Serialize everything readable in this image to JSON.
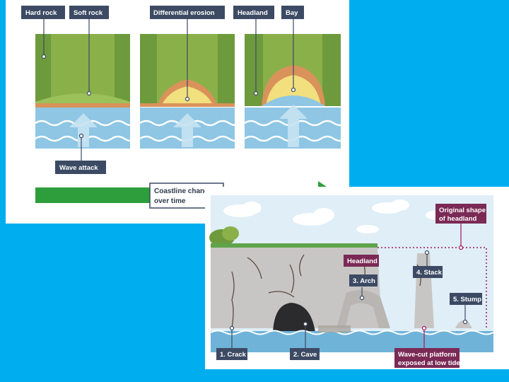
{
  "colors": {
    "background": "#00aeef",
    "label_navy": "#3c4a63",
    "label_purple": "#7a2a55",
    "grass": "#8ab04a",
    "grass_dark": "#6d9a3c",
    "sand": "#f2df7e",
    "soil": "#d9925a",
    "water": "#8ec6e4",
    "wave": "#ffffff",
    "arrow_green": "#2e9e3c",
    "cliff": "#c8c6c4",
    "sea": "#6fb4d8"
  },
  "top_diagram": {
    "labels": {
      "hard_rock": "Hard rock",
      "soft_rock": "Soft rock",
      "differential_erosion": "Differential erosion",
      "headland": "Headland",
      "bay": "Bay",
      "wave_attack": "Wave attack"
    },
    "timeline": {
      "line1": "Coastline changes",
      "line2": "over time"
    }
  },
  "bottom_diagram": {
    "labels": {
      "original_shape_line1": "Original shape",
      "original_shape_line2": "of headland",
      "headland": "Headland",
      "stack": "4. Stack",
      "arch": "3. Arch",
      "stump": "5. Stump",
      "crack": "1. Crack",
      "cave": "2. Cave",
      "platform_line1": "Wave-cut platform",
      "platform_line2": "exposed at low tide"
    }
  }
}
